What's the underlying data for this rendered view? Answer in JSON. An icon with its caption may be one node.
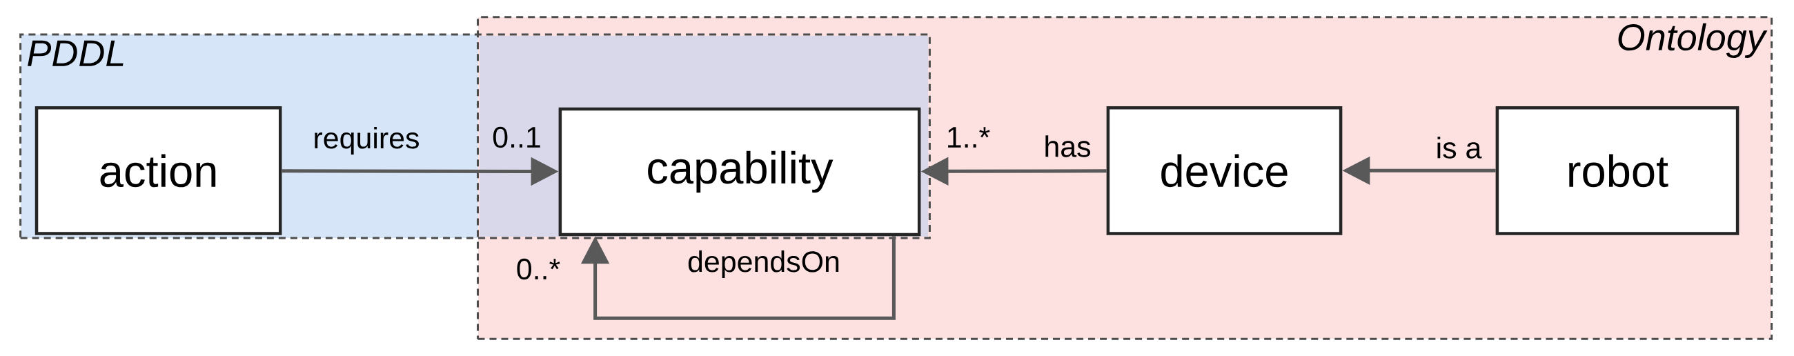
{
  "diagram": {
    "nodes": [
      {
        "text": [
          "PDDL"
        ]
      },
      {
        "text": [
          "action"
        ],
        "in": 0
      },
      {
        "text": [
          "Ontology"
        ]
      },
      {
        "text": [
          "capability"
        ]
      },
      {
        "text": [
          "device"
        ],
        "in": 2
      },
      {
        "text": [
          "robot"
        ],
        "in": 2
      }
    ],
    "edges": [
      {
        "from": 1,
        "to": 3,
        "arrow": "to",
        "label": "requires"
      },
      {
        "from": 4,
        "to": 3,
        "arrow": "to",
        "label": "has"
      },
      {
        "from": 5,
        "to": 4,
        "arrow": "to",
        "label": "is a"
      },
      {
        "from": 3,
        "to": 3,
        "arrow": "to",
        "label": "dependsOn"
      }
    ],
    "labels": [
      "0..1",
      "1..*",
      "0..*"
    ]
  }
}
